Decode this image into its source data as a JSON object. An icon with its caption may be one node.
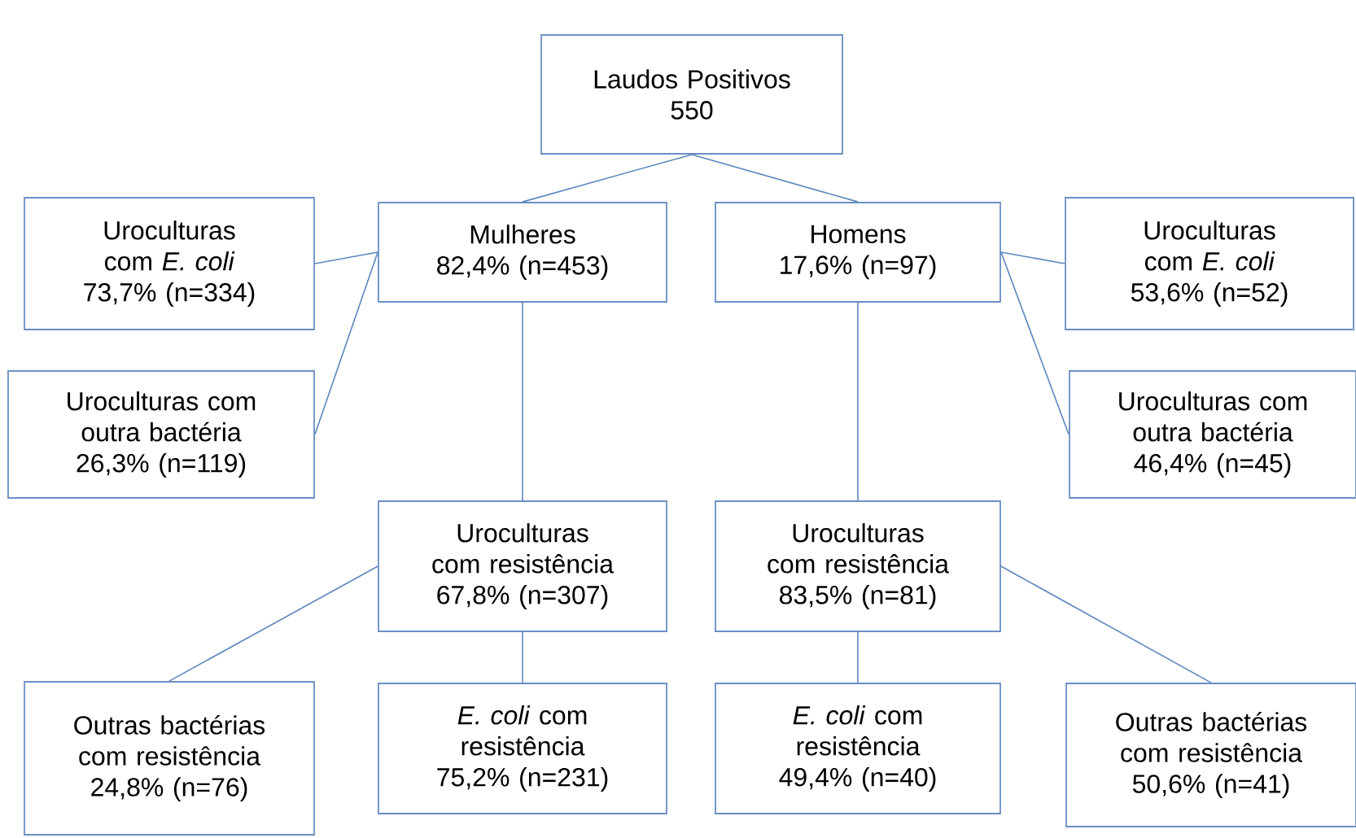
{
  "diagram": {
    "nodes": [
      {
        "text": [
          "Laudos Positivos",
          "550"
        ]
      },
      {
        "text": [
          "Mulheres",
          "82,4% (n=453)"
        ]
      },
      {
        "text": [
          "Homens",
          "17,6% (n=97)"
        ]
      },
      {
        "text": [
          "Uroculturas com *E. coli*",
          "73,7% (n=334)"
        ]
      },
      {
        "text": [
          "Uroculturas com outra bactéria",
          "26,3% (n=119)"
        ]
      },
      {
        "text": [
          "Uroculturas com *E. coli*",
          "53,6% (n=52)"
        ]
      },
      {
        "text": [
          "Uroculturas com outra bactéria",
          "46,4% (n=45)"
        ]
      },
      {
        "text": [
          "Uroculturas com resistência",
          "67,8% (n=307)"
        ]
      },
      {
        "text": [
          "Uroculturas com resistência",
          "83,5% (n=81)"
        ]
      },
      {
        "text": [
          "Outras bactérias com resistência",
          "24,8% (n=76)"
        ]
      },
      {
        "text": [
          "*E. coli* com resistência",
          "75,2% (n=231)"
        ]
      },
      {
        "text": [
          "*E. coli* com resistência",
          "49,4% (n=40)"
        ]
      },
      {
        "text": [
          "Outras bactérias com resistência",
          "50,6% (n=41)"
        ]
      }
    ],
    "edges": [
      {
        "from": 0,
        "to": 1,
        "arrow": "none"
      },
      {
        "from": 0,
        "to": 2,
        "arrow": "none"
      },
      {
        "from": 1,
        "to": 3,
        "arrow": "none"
      },
      {
        "from": 1,
        "to": 4,
        "arrow": "none"
      },
      {
        "from": 2,
        "to": 5,
        "arrow": "none"
      },
      {
        "from": 2,
        "to": 6,
        "arrow": "none"
      },
      {
        "from": 1,
        "to": 7,
        "arrow": "none"
      },
      {
        "from": 2,
        "to": 8,
        "arrow": "none"
      },
      {
        "from": 7,
        "to": 9,
        "arrow": "none"
      },
      {
        "from": 7,
        "to": 10,
        "arrow": "none"
      },
      {
        "from": 8,
        "to": 11,
        "arrow": "none"
      },
      {
        "from": 8,
        "to": 12,
        "arrow": "none"
      }
    ]
  }
}
